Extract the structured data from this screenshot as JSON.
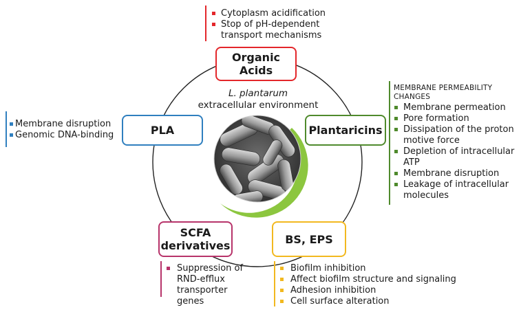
{
  "center": {
    "organism": "L. plantarum",
    "environment": "extracellular environment"
  },
  "nodes": {
    "organic_acids": {
      "label_line1": "Organic",
      "label_line2": "Acids",
      "color": "#e3262a"
    },
    "pla": {
      "label": "PLA",
      "color": "#2f7fbf"
    },
    "plantaricins": {
      "label": "Plantaricins",
      "color": "#4f8a2c"
    },
    "scfa": {
      "label_line1": "SCFA",
      "label_line2": "derivatives",
      "color": "#b7336a"
    },
    "bs_eps": {
      "label": "BS, EPS",
      "color": "#f2b81f"
    }
  },
  "organic_acids_effects": [
    "Cytoplasm acidification",
    "Stop of pH-dependent",
    "transport mechanisms"
  ],
  "pla_effects": [
    "Membrane disruption",
    "Genomic DNA-binding"
  ],
  "plantaricins_effects": {
    "header_line1": "MEMBRANE PERMEABILITY",
    "header_line2": "CHANGES",
    "items": [
      "Membrane permeation",
      "Pore formation",
      "Dissipation of the proton",
      "motive force",
      "Depletion of intracellular",
      "ATP",
      "Membrane disruption",
      "Leakage of intracellular",
      "molecules"
    ]
  },
  "scfa_effects": [
    "Suppression of",
    "RND-efflux",
    "transporter",
    "genes"
  ],
  "bs_eps_effects": [
    "Biofilm inhibition",
    "Affect biofilm structure and signaling",
    "Adhesion inhibition",
    "Cell surface alteration"
  ],
  "colors": {
    "accent_green": "#8cc63f",
    "circle_outline": "#222222"
  }
}
